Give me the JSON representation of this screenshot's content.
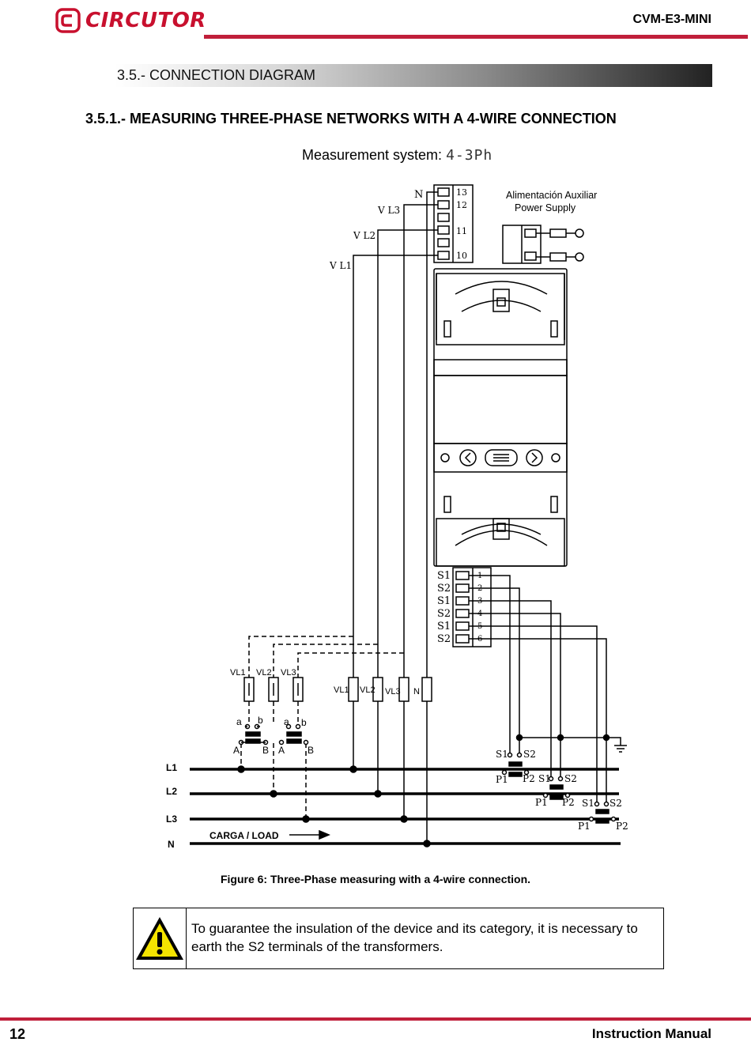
{
  "header": {
    "brand": "CIRCUTOR",
    "model": "CVM-E3-MINI"
  },
  "section": {
    "title": "3.5.- CONNECTION DIAGRAM"
  },
  "subsection": {
    "title": "3.5.1.- MEASURING THREE-PHASE NETWORKS WITH A 4-WIRE CONNECTION"
  },
  "measurement": {
    "label": "Measurement system: ",
    "code": "4-3Ph"
  },
  "diagram": {
    "voltage_terminals": {
      "n": "N",
      "t13": "13",
      "t12": "12",
      "t11": "11",
      "t10": "10"
    },
    "voltage_labels": {
      "vl3": "V L3",
      "vl2": "V L2",
      "vl1": "V L1"
    },
    "power_supply": {
      "line1": "Alimentación  Auxiliar",
      "line2": "Power Supply"
    },
    "current_terminals": [
      {
        "label": "S1",
        "num": "1"
      },
      {
        "label": "S2",
        "num": "2"
      },
      {
        "label": "S1",
        "num": "3"
      },
      {
        "label": "S2",
        "num": "4"
      },
      {
        "label": "S1",
        "num": "5"
      },
      {
        "label": "S2",
        "num": "6"
      }
    ],
    "fuse_labels": {
      "vl1": "VL1",
      "vl2": "VL2",
      "vl3": "VL3",
      "n": "N"
    },
    "vt_fuse_labels": {
      "vl1": "VL1",
      "vl2": "VL2",
      "vl3": "VL3"
    },
    "vt_letters": {
      "a1": "a",
      "b1": "b",
      "a2": "a",
      "b2": "b",
      "A1": "A",
      "B1": "B",
      "A2": "A",
      "B2": "B"
    },
    "lines": {
      "l1": "L1",
      "l2": "L2",
      "l3": "L3",
      "n": "N"
    },
    "load_label": "CARGA / LOAD",
    "ct_labels": {
      "s1": "S1",
      "s2": "S2",
      "p1": "P1",
      "p2": "P2"
    }
  },
  "figure": {
    "caption": "Figure 6: Three-Phase measuring with a 4-wire connection."
  },
  "warning": {
    "text": "To guarantee the insulation of the device and its category, it is nec­essary to earth the S2 terminals of the transformers."
  },
  "footer": {
    "page": "12",
    "label": "Instruction Manual"
  },
  "colors": {
    "brand_red": "#c8102e",
    "rule_red": "#c01f3a",
    "warning_yellow": "#f5e400"
  }
}
